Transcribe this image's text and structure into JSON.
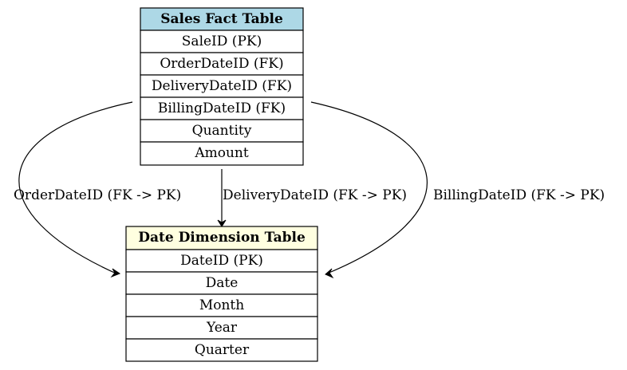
{
  "sales_table": {
    "title": "Sales Fact Table",
    "header_color": "#add8e6",
    "rows": [
      "SaleID (PK)",
      "OrderDateID (FK)",
      "DeliveryDateID (FK)",
      "BillingDateID (FK)",
      "Quantity",
      "Amount"
    ]
  },
  "date_table": {
    "title": "Date Dimension Table",
    "header_color": "#ffffe0",
    "rows": [
      "DateID (PK)",
      "Date",
      "Month",
      "Year",
      "Quarter"
    ]
  },
  "edges": {
    "order": "OrderDateID (FK -> PK)",
    "delivery": "DeliveryDateID (FK -> PK)",
    "billing": "BillingDateID (FK -> PK)"
  }
}
